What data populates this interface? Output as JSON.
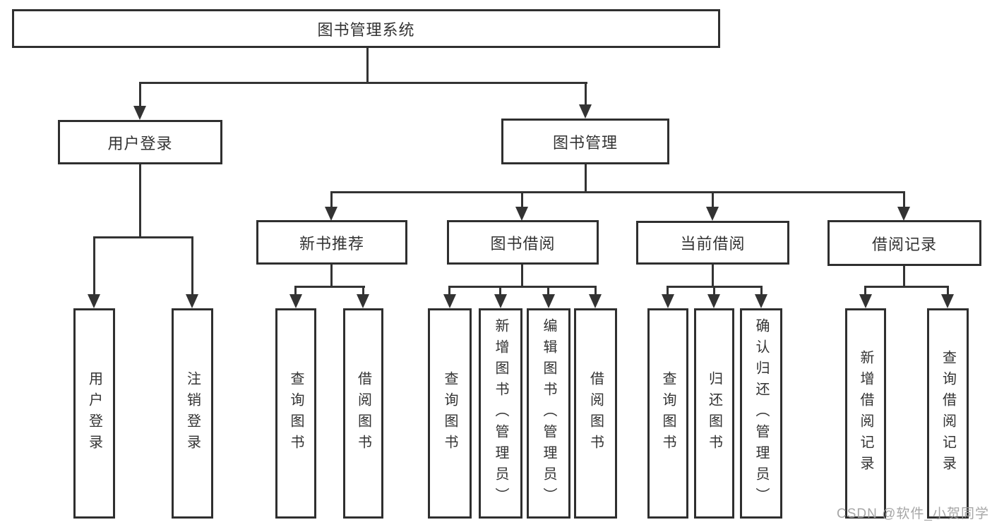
{
  "watermark": "CSDN @软件_小贺同学",
  "colors": {
    "line": "#333333",
    "box_border": "#2f2f2f",
    "box_background": "#ffffff",
    "text": "#333333",
    "watermark_text": "#9e9e9e"
  },
  "tree": {
    "root": "图书管理系统",
    "children": [
      {
        "label": "用户登录",
        "children": [
          "用户登录",
          "注销登录"
        ]
      },
      {
        "label": "图书管理",
        "children": [
          {
            "label": "新书推荐",
            "children": [
              "查询图书",
              "借阅图书"
            ]
          },
          {
            "label": "图书借阅",
            "children": [
              "查询图书",
              "新增图书（管理员）",
              "编辑图书（管理员）",
              "借阅图书"
            ]
          },
          {
            "label": "当前借阅",
            "children": [
              "查询图书",
              "归还图书",
              "确认归还（管理员）"
            ]
          },
          {
            "label": "借阅记录",
            "children": [
              "新增借阅记录",
              "查询借阅记录"
            ]
          }
        ]
      }
    ]
  }
}
